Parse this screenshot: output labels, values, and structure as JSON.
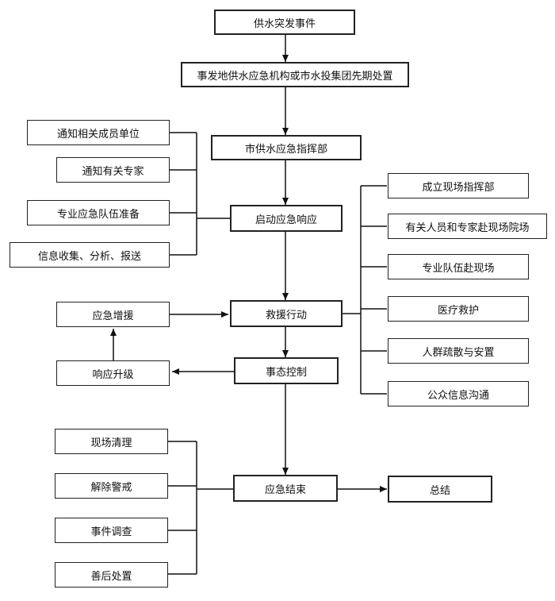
{
  "nodes": {
    "event": "供水突发事件",
    "initial": "事发地供水应急机构或市水投集团先期处置",
    "command": "市供水应急指挥部",
    "start": "启动应急响应",
    "rescue": "救援行动",
    "control": "事态控制",
    "end": "应急结束",
    "summary": "总结"
  },
  "left_prepare": [
    "通知相关成员单位",
    "通知有关专家",
    "专业应急队伍准备",
    "信息收集、分析、报送"
  ],
  "right_actions": [
    "成立现场指挥部",
    "有关人员和专家赴现场院场",
    "专业队伍赴现场",
    "医疗救护",
    "人群疏散与安置",
    "公众信息沟通"
  ],
  "escalation": {
    "reinforce": "应急增援",
    "upgrade": "响应升级"
  },
  "closing": [
    "现场清理",
    "解除警戒",
    "事件调查",
    "善后处置"
  ]
}
